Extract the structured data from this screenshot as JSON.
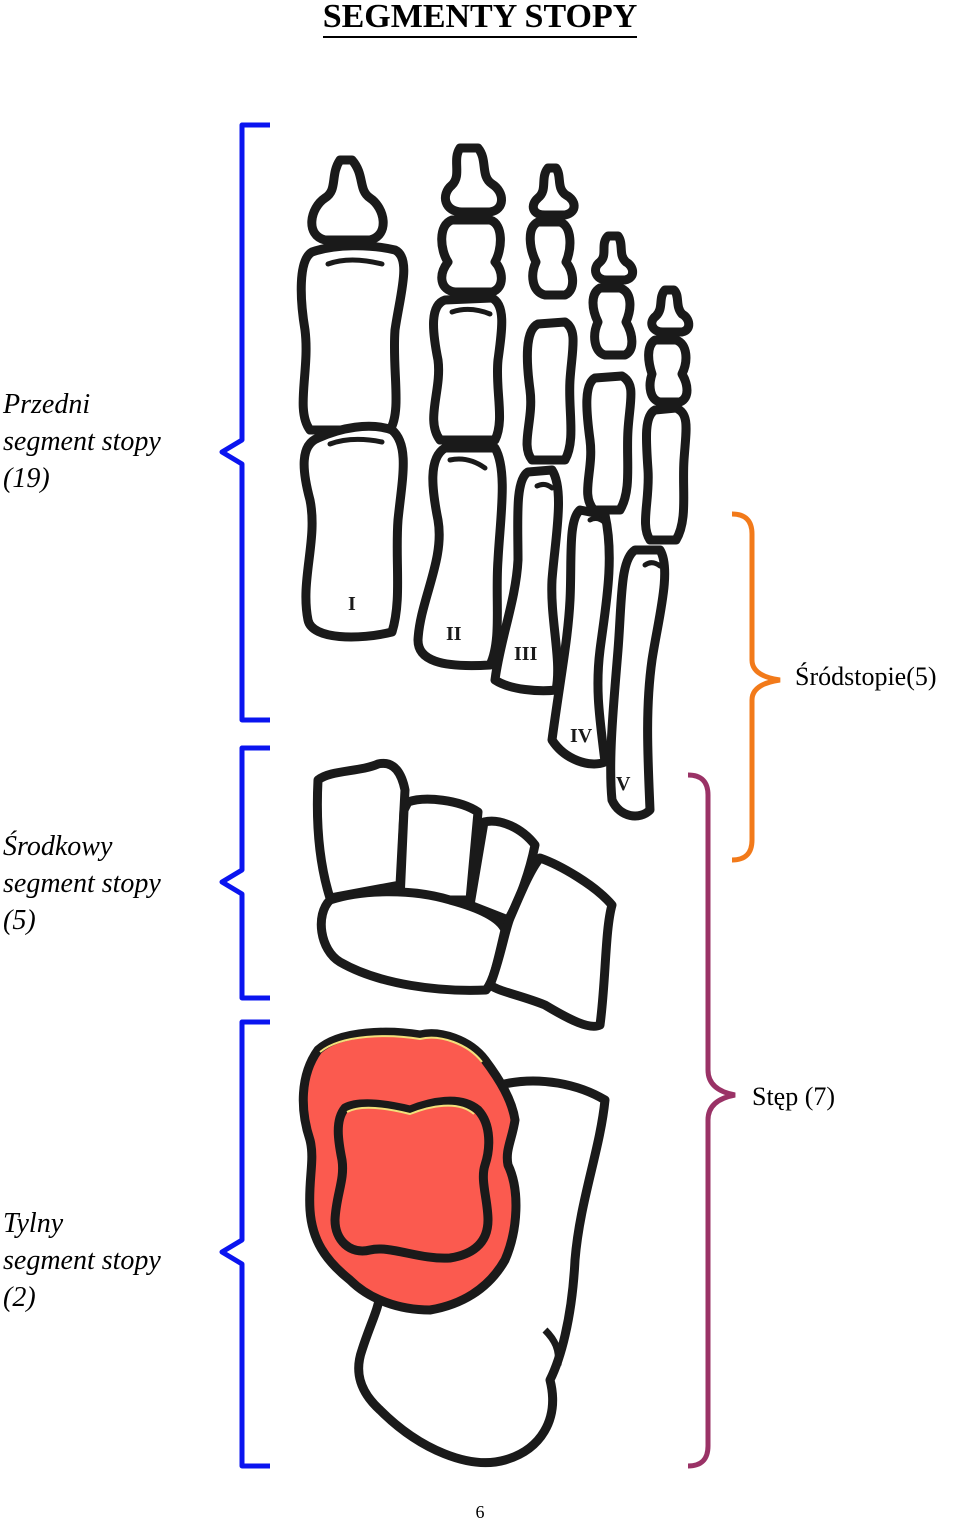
{
  "title": "SEGMENTY STOPY",
  "segments": {
    "front": {
      "line1": "Przedni",
      "line2": "segment stopy",
      "line3": "(19)"
    },
    "middle": {
      "line1": "Środkowy",
      "line2": "segment stopy",
      "line3": "(5)"
    },
    "rear": {
      "line1": "Tylny",
      "line2": "segment stopy",
      "line3": "(2)"
    }
  },
  "groups": {
    "metatarsus": "Śródstopie(5)",
    "tarsus": "Stęp (7)"
  },
  "metatarsal_numerals": [
    "I",
    "II",
    "III",
    "IV",
    "V"
  ],
  "page_number": "6",
  "colors": {
    "segment_brace": "#0a14f0",
    "metatarsus_brace": "#f27a1a",
    "tarsus_brace": "#9a3266",
    "hindfoot_fill": "#fb5a4f",
    "bone_outline": "#1a1a1a"
  }
}
